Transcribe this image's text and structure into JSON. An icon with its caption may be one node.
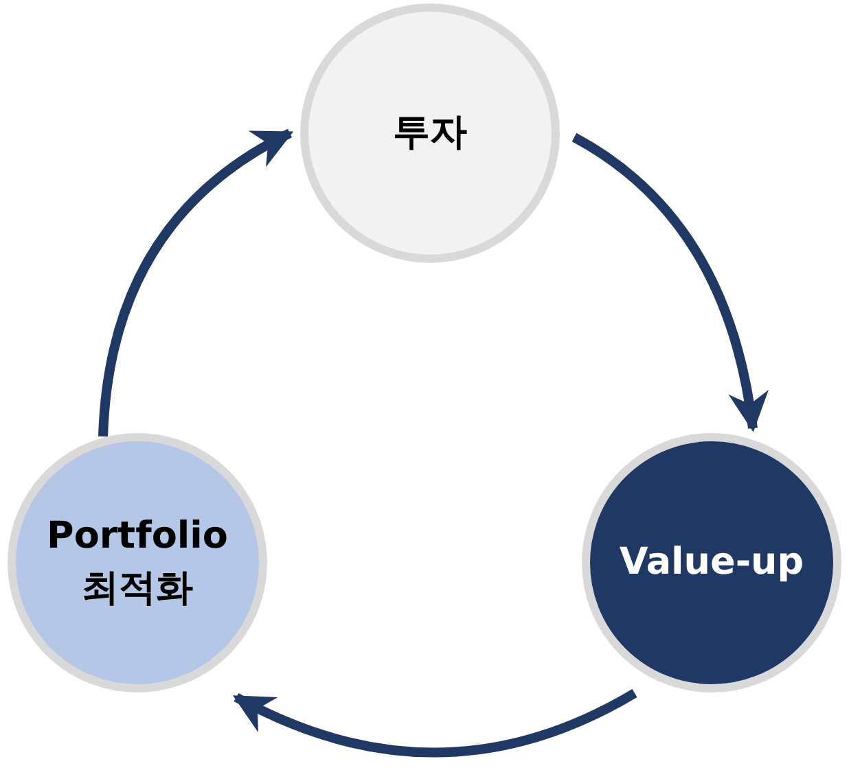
{
  "diagram": {
    "nodes": [
      {
        "text": [
          "투자"
        ]
      },
      {
        "text": [
          "Portfolio 최적화"
        ]
      },
      {
        "text": [
          "Value-up"
        ]
      }
    ],
    "edges": [
      {
        "from": 0,
        "to": 2,
        "arrow": "to"
      },
      {
        "from": 2,
        "to": 1,
        "arrow": "to"
      },
      {
        "from": 1,
        "to": 0,
        "arrow": "to"
      }
    ]
  }
}
